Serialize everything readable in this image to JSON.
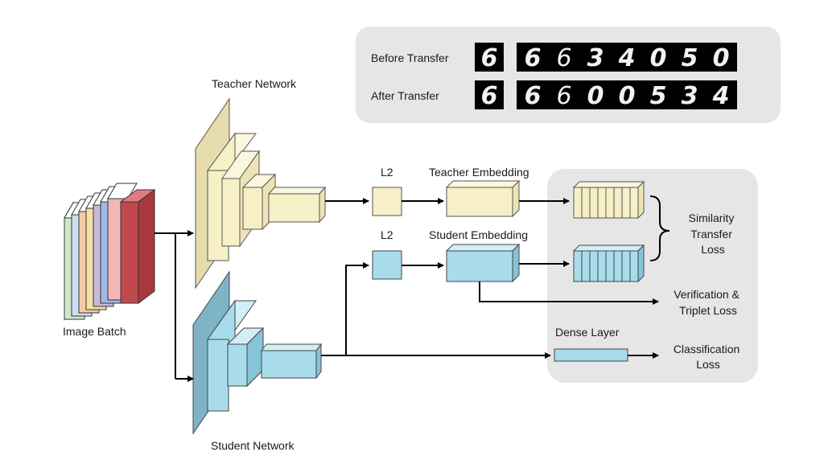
{
  "labels": {
    "before_transfer": "Before Transfer",
    "after_transfer": "After Transfer",
    "teacher_network": "Teacher Network",
    "student_network": "Student Network",
    "image_batch": "Image Batch",
    "l2_teacher": "L2",
    "l2_student": "L2",
    "teacher_embedding": "Teacher Embedding",
    "student_embedding": "Student Embedding",
    "dense_layer": "Dense Layer",
    "similarity_line1": "Similarity",
    "similarity_line2": "Transfer",
    "similarity_line3": "Loss",
    "verification_line1": "Verification &",
    "verification_line2": "Triplet Loss",
    "classification_line1": "Classification",
    "classification_line2": "Loss"
  },
  "digits": {
    "before_query": "6",
    "before_ranked": [
      "6",
      "6",
      "3",
      "4",
      "0",
      "5",
      "0"
    ],
    "after_query": "6",
    "after_ranked": [
      "6",
      "6",
      "0",
      "0",
      "5",
      "3",
      "4"
    ]
  },
  "colors": {
    "teacher": "#f7efc6",
    "student": "#a8dceb",
    "batch_red": "#c0494d",
    "panel": "#e6e6e6"
  }
}
